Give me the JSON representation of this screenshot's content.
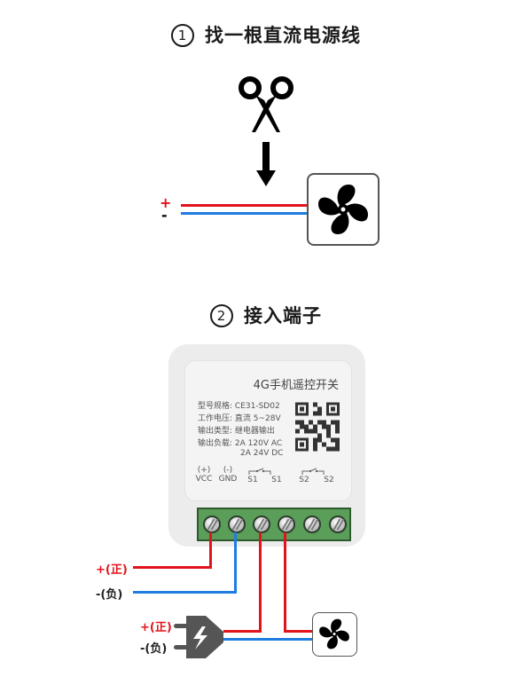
{
  "step1": {
    "number": "1",
    "title": "找一根直流电源线"
  },
  "step1_diagram": {
    "plus_label": "+",
    "minus_label": "-",
    "icons": [
      "scissors-icon",
      "arrow-down-icon",
      "fan-icon"
    ]
  },
  "step2": {
    "number": "2",
    "title": "接入端子"
  },
  "device": {
    "title": "4G手机遥控开关",
    "specs": [
      {
        "label": "型号规格:",
        "value": "CE31-SD02"
      },
      {
        "label": "工作电压:",
        "value": "直流 5~28V"
      },
      {
        "label": "输出类型:",
        "value": "继电器输出"
      },
      {
        "label": "输出负载:",
        "value": "2A 120V AC"
      },
      {
        "label": "",
        "value": "2A  24V DC"
      }
    ],
    "terminals": [
      {
        "polarity": "(+)",
        "name": "VCC"
      },
      {
        "polarity": "(-)",
        "name": "GND"
      },
      {
        "polarity": "",
        "name": "S1"
      },
      {
        "polarity": "",
        "name": "S1"
      },
      {
        "polarity": "",
        "name": "S2"
      },
      {
        "polarity": "",
        "name": "S2"
      }
    ],
    "qr_icon": "qr-code-icon"
  },
  "wiring": {
    "power_plus": "+(正)",
    "power_minus": "-(负)",
    "plug_plus": "+(正)",
    "plug_minus": "-(负)"
  },
  "colors": {
    "positive_wire": "#e3131b",
    "negative_wire": "#1f7de0",
    "terminal_block": "#5a9e5a"
  }
}
